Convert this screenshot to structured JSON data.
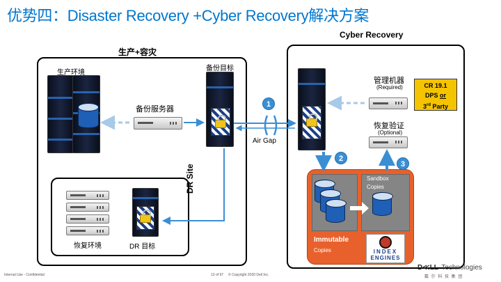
{
  "title": "优势四：Disaster Recovery +Cyber Recovery解决方案",
  "production": {
    "header": "生产+容灾",
    "env_label": "生产环境",
    "backup_server_label": "备份服务器",
    "backup_target_label": "备份目标"
  },
  "dr_site": {
    "vertical_label": "DR Site",
    "recovery_env_label": "恢复环境",
    "dr_target_label": "DR 目标"
  },
  "air_gap": {
    "label": "Air Gap",
    "step": "1"
  },
  "cyber_recovery": {
    "header": "Cyber Recovery",
    "mgmt_label": "管理机器",
    "mgmt_sub": "(Required)",
    "verify_label": "恢复验证",
    "verify_sub": "(Optional)",
    "cr_box": {
      "line1": "CR 19.1",
      "line2_prefix": "DPS ",
      "line2_or": "or",
      "line3_prefix": "3",
      "line3_sup": "rd",
      "line3_suffix": " Party"
    },
    "step2": "2",
    "step3": "3",
    "sandbox_title": "Sandbox",
    "sandbox_sub": "Copies",
    "immutable_title": "Immutable",
    "immutable_sub": "Copies",
    "index_logo_top": "INDEX",
    "index_logo_bottom": "ENGINES"
  },
  "footer": {
    "left": "Internal Use - Confidential",
    "mid": "13 of 97     © Copyright 2020 Dell Inc.",
    "brand_dell": "D≪LL",
    "brand_tech": "Technologies",
    "brand_sub": "戴 尔 科 技 集 团"
  },
  "colors": {
    "title": "#0076ce",
    "arrow_blue": "#3a8fd4",
    "orange_zone": "#e8612c",
    "cr_box_fill": "#f5c400"
  }
}
